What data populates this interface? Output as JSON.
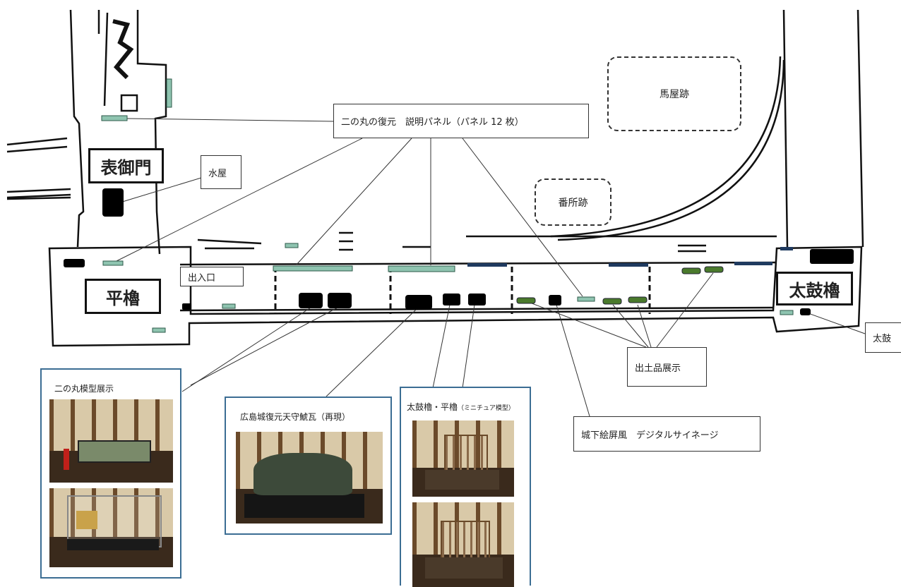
{
  "labels": {
    "panel_callout": "二の丸の復元　説明パネル（パネル 12 枚）",
    "mizuya": "水屋",
    "deiriguchi": "出入口",
    "umaya_ato": "馬屋跡",
    "bansho_ato": "番所跡",
    "omote_gomon": "表御門",
    "hira_yagura": "平櫓",
    "taiko_yagura": "太鼓櫓",
    "taiko": "太鼓",
    "shutsudohin": "出土品展示",
    "byobu": "城下絵屏風　デジタルサイネージ"
  },
  "cards": {
    "model": {
      "title": "二の丸模型展示"
    },
    "shachi": {
      "title": "広島城復元天守鯱瓦（再現）"
    },
    "mini": {
      "title": "太鼓櫓・平櫓",
      "note": "（ミニチュア模型）"
    }
  },
  "colors": {
    "panel_fill": "#8fc4b0",
    "panel_stroke": "#2d5a4a",
    "navy": "#1f3a5f",
    "green": "#4a7a2c",
    "card_border": "#3b6d93"
  }
}
